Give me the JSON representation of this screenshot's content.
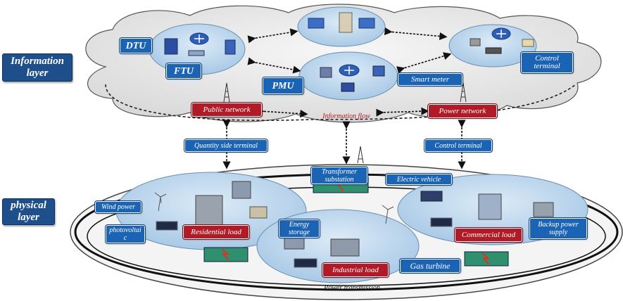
{
  "layers": {
    "information": "Information layer",
    "physical": "physical layer"
  },
  "info_nodes": {
    "dtu": "DTU",
    "ftu": "FTU",
    "pmu": "PMU",
    "smart_meter": "Smart meter",
    "control_terminal": "Control terminal",
    "public_network": "Public network",
    "power_network": "Power network",
    "information_flow": "Information flow"
  },
  "link_nodes": {
    "quantity_side_terminal": "Quantity side terminal",
    "control_terminal_link": "Control terminal"
  },
  "physical_nodes": {
    "transformer_substation": "Transformer substation",
    "electric_vehicle": "Electric vehicle",
    "wind_power": "Wind power",
    "photovoltaic": "photovoltai c",
    "residential_load": "Residential load",
    "energy_storage": "Energy storage",
    "industrial_load": "Industrial load",
    "gas_turbine": "Gas turbine",
    "commercial_load": "Commercial load",
    "backup_power_supply": "Backup power supply",
    "power_transmission": "Power transmission"
  },
  "colors": {
    "label_blue": "#1b63b4",
    "label_red": "#b11a26",
    "layer_tag": "#1f4f8b",
    "cluster_fill": "#bcd7ee",
    "cloud_fill": "#ececec",
    "ring": "#111111",
    "transformer_green": "#2f8f6e"
  }
}
